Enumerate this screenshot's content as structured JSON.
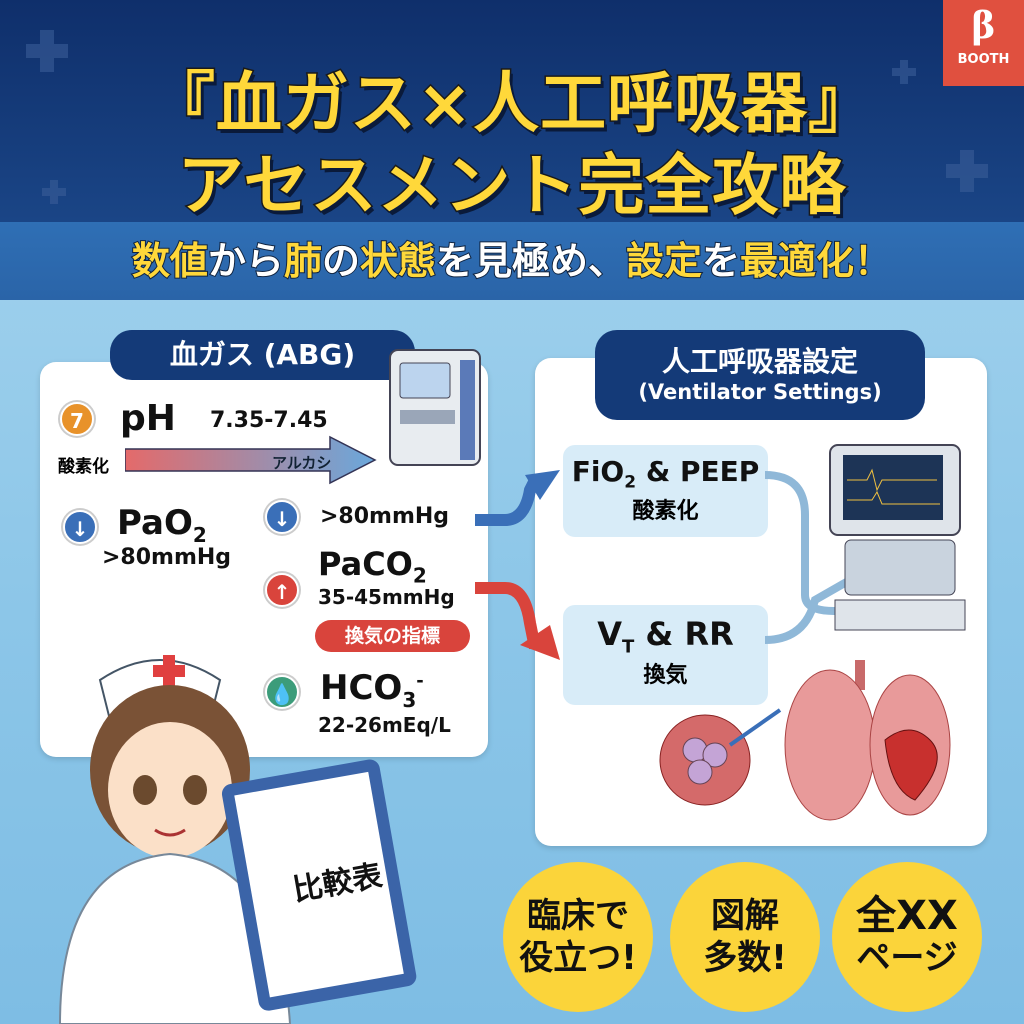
{
  "header": {
    "title_line1": "『血ガス×人工呼吸器』",
    "title_line2": "アセスメント完全攻略"
  },
  "brand": {
    "logo": "β",
    "name": "BOOTH",
    "color": "#e0503f"
  },
  "subtitle": {
    "segments": [
      {
        "text": "数値",
        "color": "#ffd83a"
      },
      {
        "text": "から",
        "color": "#ffffff"
      },
      {
        "text": "肺",
        "color": "#ffd83a"
      },
      {
        "text": "の",
        "color": "#ffffff"
      },
      {
        "text": "状態",
        "color": "#ffd83a"
      },
      {
        "text": "を見極め、",
        "color": "#ffffff"
      },
      {
        "text": "設定",
        "color": "#ffd83a"
      },
      {
        "text": "を",
        "color": "#ffffff"
      },
      {
        "text": "最適化！",
        "color": "#ffd83a"
      }
    ]
  },
  "abg": {
    "title": "血ガス (ABG)",
    "ph": {
      "icon": "7",
      "label": "pH",
      "range": "7.35-7.45",
      "left": "酸素化",
      "right": "アルカシ"
    },
    "pao2": {
      "label": "PaO",
      "sub": "2",
      "range": ">80mmHg"
    },
    "mid": {
      "range": ">80mmHg"
    },
    "paco2": {
      "label": "PaCO",
      "sub": "2",
      "range": "35-45mmHg",
      "tag": "換気の指標"
    },
    "hco3": {
      "label": "HCO",
      "sub": "3",
      "sup": "-",
      "range": "22-26mEq/L"
    }
  },
  "vent": {
    "title": "人工呼吸器設定",
    "title_en": "(Ventilator Settings)",
    "box1": {
      "a": "FiO",
      "sub": "2",
      "b": " & PEEP",
      "caption": "酸素化"
    },
    "box2": {
      "a": "V",
      "sub": "T",
      "b": " & RR",
      "caption": "換気"
    }
  },
  "clipboard": {
    "label": "比較表"
  },
  "badges": [
    {
      "l1": "臨床で",
      "l2": "役立つ!"
    },
    {
      "l1": "図解",
      "l2": "多数!"
    },
    {
      "l1": "全XX",
      "l2": "ページ"
    }
  ],
  "colors": {
    "navy": "#143a78",
    "yellow": "#fbd43a",
    "down": "#3a6fb8",
    "up": "#d9443c",
    "ph": "#e8922a",
    "drop": "#3c9c7a"
  }
}
